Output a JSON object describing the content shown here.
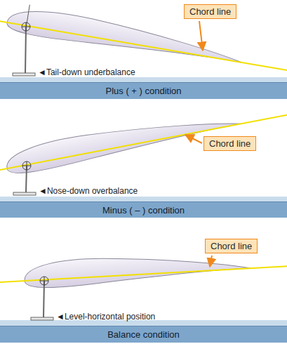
{
  "diagram": {
    "nodes": [
      {
        "text": [
          "Chord line"
        ]
      },
      {
        "text": [
          "Plus ( + ) condition"
        ]
      },
      {
        "text": [
          "Chord line"
        ]
      },
      {
        "text": [
          "Minus ( – ) condition"
        ]
      },
      {
        "text": [
          "Chord line"
        ]
      },
      {
        "text": [
          "Balance condition"
        ]
      }
    ],
    "labels": [
      "◄Tail-down underbalance",
      "◄Nose-down overbalance",
      "◄Level-horizontal position"
    ]
  }
}
